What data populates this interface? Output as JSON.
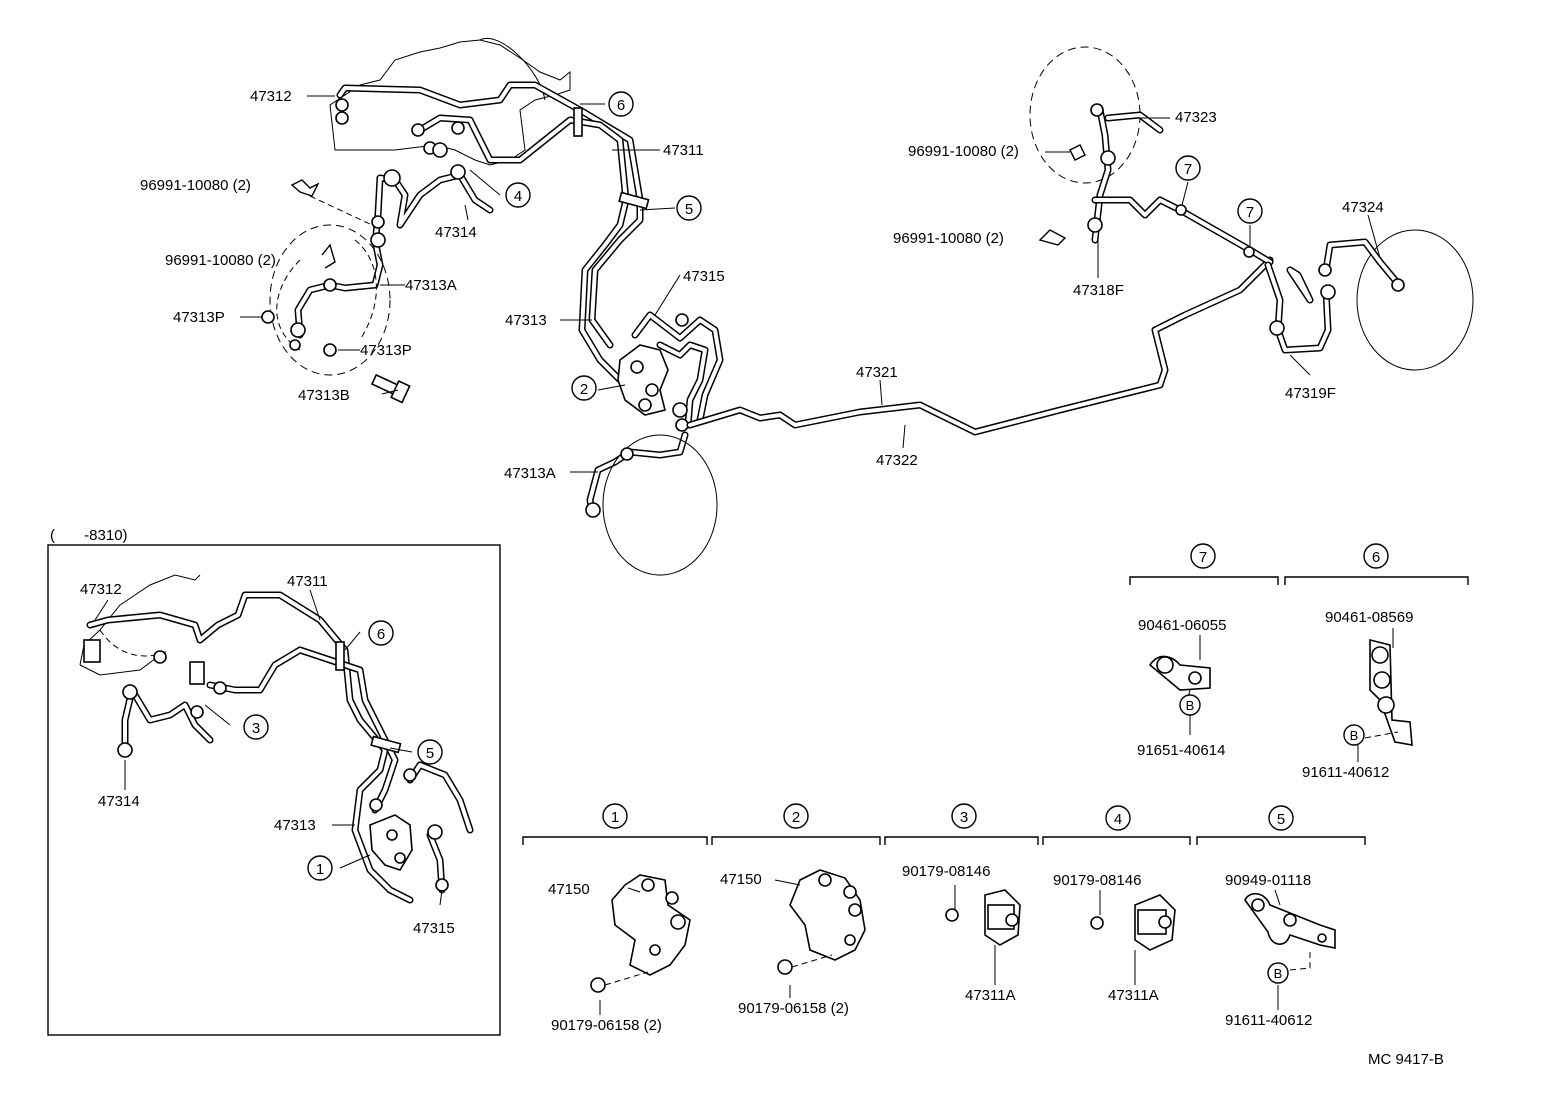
{
  "labels": {
    "p47312_top": "47312",
    "p47311_top": "47311",
    "p47315_top": "47315",
    "p47313_top": "47313",
    "p47314_top": "47314",
    "p47313A_left": "47313A",
    "p47313P_a": "47313P",
    "p47313P_b": "47313P",
    "p47313B": "47313B",
    "p96991_a": "96991-10080 (2)",
    "p96991_b": "96991-10080 (2)",
    "p47313A_mid": "47313A",
    "p47321": "47321",
    "p47322": "47322",
    "p47323": "47323",
    "p96991_c": "96991-10080 (2)",
    "p96991_d": "96991-10080 (2)",
    "p47318F": "47318F",
    "p47324": "47324",
    "p47319F": "47319F",
    "inset_range": "(       -8310)",
    "p47312_inset": "47312",
    "p47311_inset": "47311",
    "p47314_inset": "47314",
    "p47313_inset": "47313",
    "p47315_inset": "47315",
    "d7_bolt": "90461-06055",
    "d7_screw": "91651-40614",
    "d6_bolt": "90461-08569",
    "d6_screw": "91611-40612",
    "d1_valve": "47150",
    "d1_nut": "90179-06158 (2)",
    "d2_valve": "47150",
    "d2_nut": "90179-06158 (2)",
    "d3_nut": "90179-08146",
    "d3_union": "47311A",
    "d4_nut": "90179-08146",
    "d4_union": "47311A",
    "d5_bolt": "90949-01118",
    "d5_screw": "91611-40612",
    "code": "MC 9417-B"
  },
  "callouts": {
    "c1": "1",
    "c2": "2",
    "c3": "3",
    "c4": "4",
    "c5": "5",
    "c6": "6",
    "c7": "7",
    "b": "B"
  }
}
